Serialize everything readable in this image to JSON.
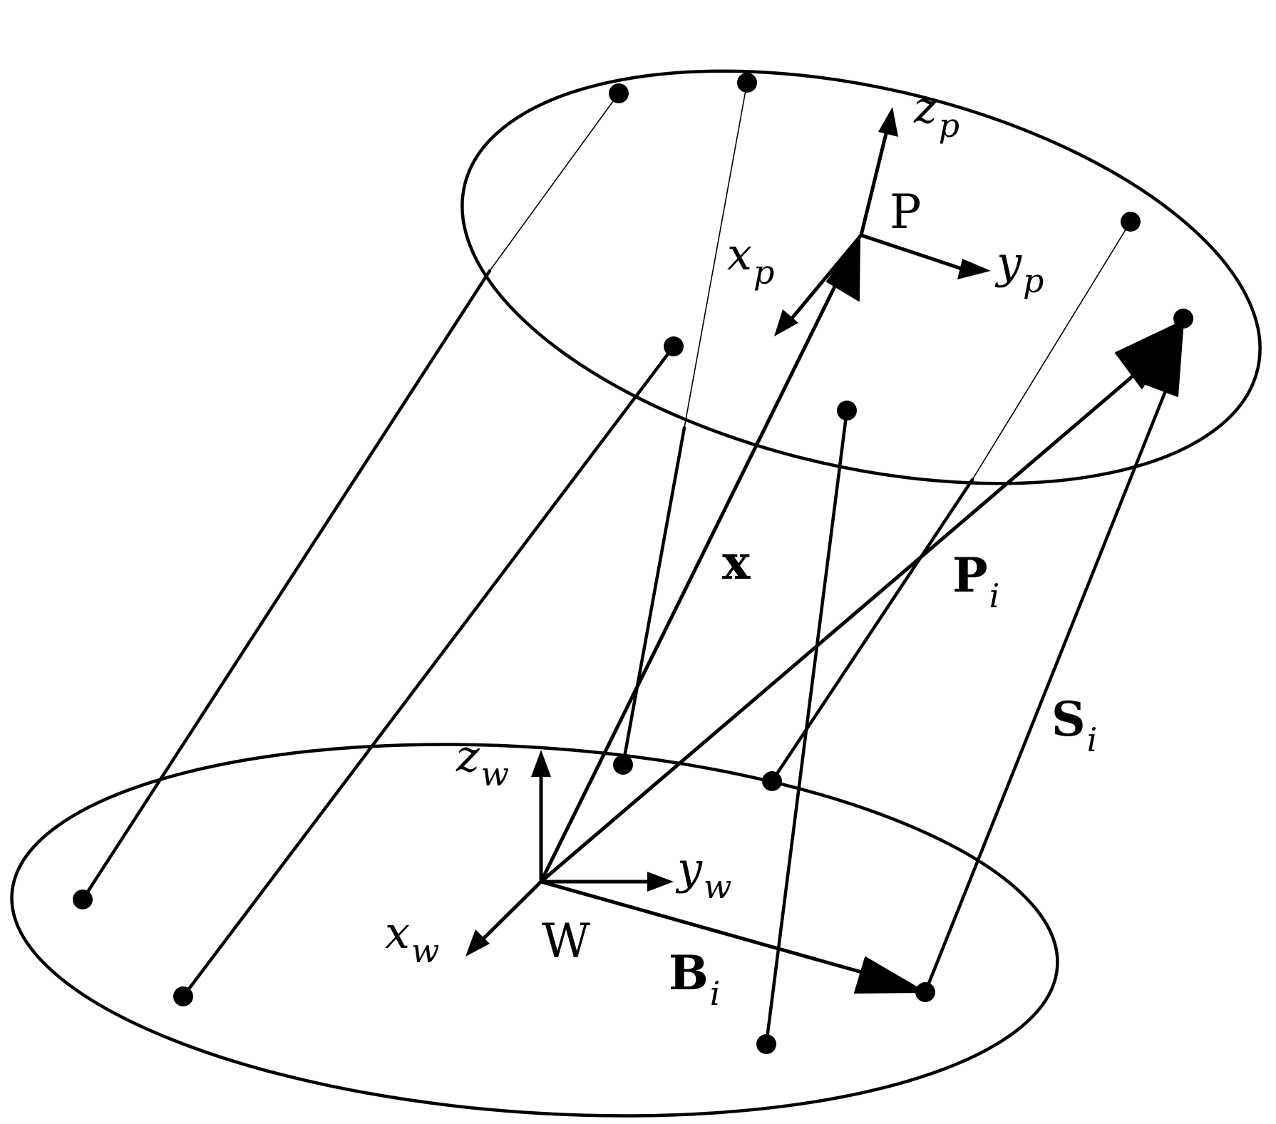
{
  "colors": {
    "ink": "#000000",
    "background": "#ffffff"
  },
  "labels": {
    "zp": {
      "base": "z",
      "sub": "p"
    },
    "P": "P",
    "xp": {
      "base": "x",
      "sub": "p"
    },
    "yp": {
      "base": "y",
      "sub": "p"
    },
    "x": "x",
    "Pi": {
      "base": "P",
      "sub": "i"
    },
    "Si": {
      "base": "S",
      "sub": "i"
    },
    "zw": {
      "base": "z",
      "sub": "w"
    },
    "yw": {
      "base": "y",
      "sub": "w"
    },
    "xw": {
      "base": "x",
      "sub": "w"
    },
    "W": "W",
    "Bi": {
      "base": "B",
      "sub": "i"
    }
  }
}
